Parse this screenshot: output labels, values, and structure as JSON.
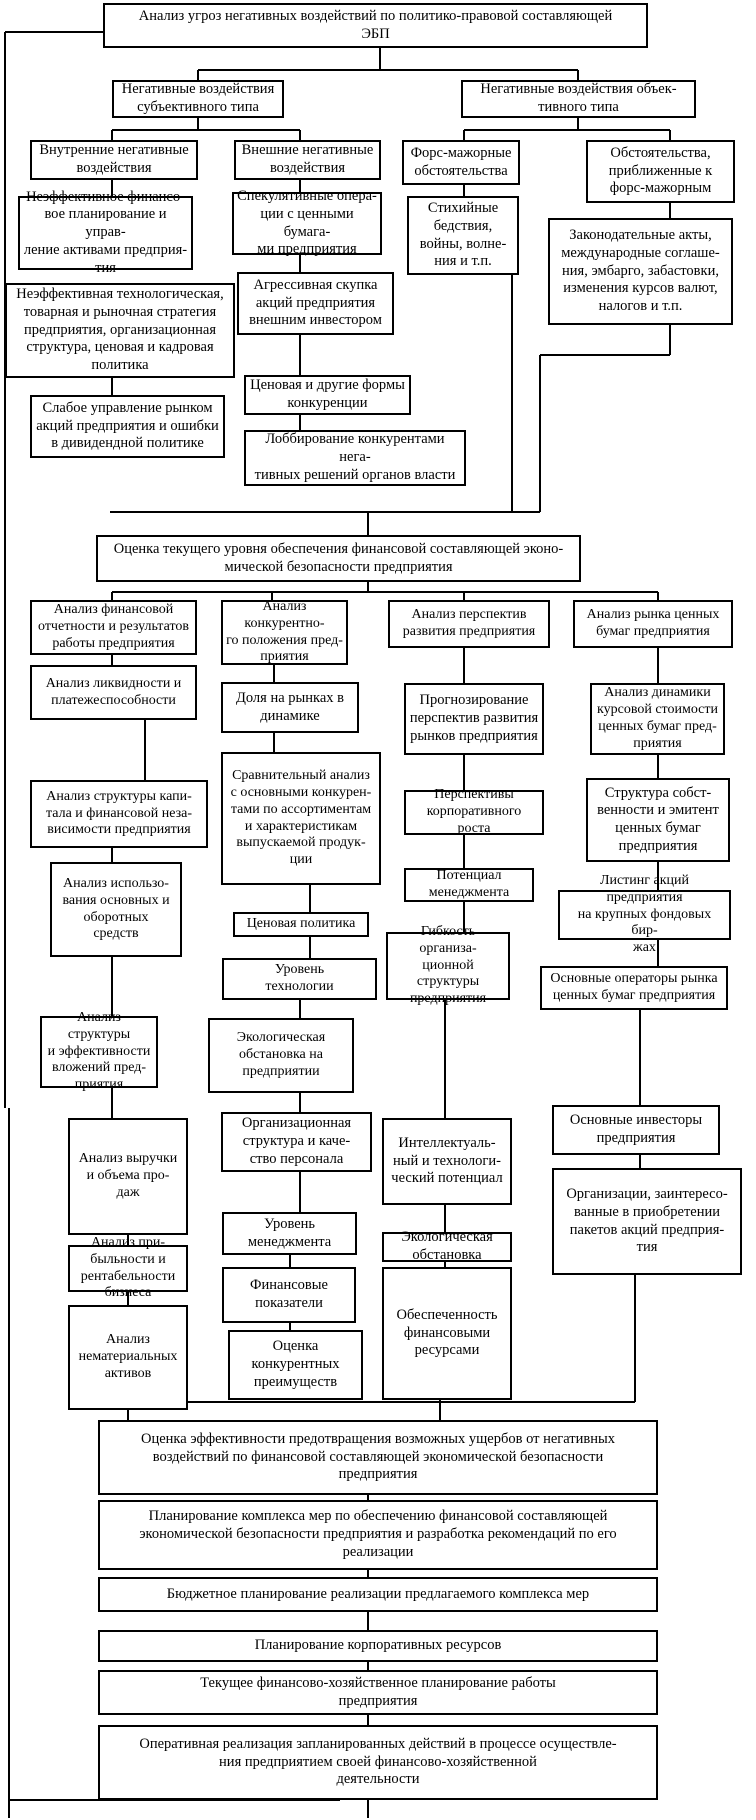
{
  "diagram": {
    "b01": "Анализ угроз негативных воздействий по политико-правовой составляющей\nЭБП",
    "b02": "Негативные воздействия\nсубъективного типа",
    "b03": "Негативные воздействия объек-\nтивного типа",
    "b04": "Внутренние негативные\nвоздействия",
    "b05": "Внешние негативные\nвоздействия",
    "b06": "Форс-мажорные\nобстоятельства",
    "b07": "Обстоятельства,\nприближенные к\nфорс-мажорным",
    "b08": "Неэффективное финансо-\nвое планирование и управ-\nление активами предприя-\nтия",
    "b09": "Спекулятивные опера-\nции с ценными бумага-\nми предприятия",
    "b10": "Стихийные\nбедствия,\nвойны, волне-\nния и т.п.",
    "b11": "Законодательные акты,\nмеждународные соглаше-\nния, эмбарго, забастовки,\nизменения курсов валют,\nналогов и т.п.",
    "b12": "Неэффективная технологическая,\nтоварная и рыночная стратегия\nпредприятия, организационная\nструктура, ценовая и кадровая\nполитика",
    "b13": "Агрессивная скупка\nакций предприятия\nвнешним инвестором",
    "b14": "Слабое управление рынком\nакций предприятия и ошибки\nв дивидендной политике",
    "b15": "Ценовая и другие формы\nконкуренции",
    "b16": "Лоббирование конкурентами негa-\nтивных решений органов власти",
    "b17": "Оценка текущего уровня обеспечения финансовой составляющей эконо-\nмической безопасности предприятия",
    "b18": "Анализ финансовой\nотчетности и результатов\nработы предприятия",
    "b19": "Анализ конкурентно-\nго положения пред-\nприятия",
    "b20": "Анализ перспектив\nразвития предприятия",
    "b21": "Анализ рынка ценных\nбумаг предприятия",
    "b22": "Анализ ликвидности и\nплатежеспособности",
    "b23": "Доля на рынках в\nдинамике",
    "b24": "Прогнозирование\nперспектив развития\nрынков предприятия",
    "b25": "Анализ динамики\nкурсовой стоимости\nценных бумаг пред-\nприятия",
    "b26": "Сравнительный анализ\nс основными конкурен-\nтами по ассортиментам\nи характеристикам\nвыпускаемой продук-\nции",
    "b27": "Анализ структуры капи-\nтала и финансовой неза-\nвисимости предприятия",
    "b28": "Перспективы\nкорпоративного роста",
    "b29": "Структура собст-\nвенности и эмитент\nценных бумаг\nпредприятия",
    "b30": "Потенциал\nменеджмента",
    "b31": "Анализ использо-\nвания основных и\nоборотных\nсредств",
    "b32": "Ценовая политика",
    "b33": "Листинг акций предприятия\nна крупных фондовых бир-\nжах",
    "b34": "Гибкость организа-\nционной структуры\nпредприятия",
    "b35": "Уровень\nтехнологии",
    "b36": "Основные операторы рынка\nценных бумаг предприятия",
    "b37": "Анализ структуры\nи эффективности\nвложений пред-\nприятия",
    "b38": "Экологическая\nобстановка на\nпредприятии",
    "b39": "Основные инвесторы\nпредприятия",
    "b40": "Анализ выручки\nи объема про-\nдаж",
    "b41": "Организационная\nструктура и каче-\nство персонала",
    "b42": "Интеллектуаль-\nный и технологи-\nческий потенциал",
    "b43": "Организации, заинтересо-\nванные в приобретении\nпакетов акций предприя-\nтия",
    "b44": "Анализ при-\nбыльности и\nрентабельности\nбизнеса",
    "b45": "Уровень\nменеджмента",
    "b46": "Экологическая\nобстановка",
    "b47": "Финансовые\nпоказатели",
    "b48": "Обеспеченность\nфинансовыми\nресурсами",
    "b49": "Анализ\nнематериальных\nактивов",
    "b50": "Оценка\nконкурентных\nпреимуществ",
    "b51": "Оценка эффективности предотвращения возможных ущербов от негативных\nвоздействий по финансовой составляющей экономической безопасности\nпредприятия",
    "b52": "Планирование комплекса мер по обеспечению финансовой составляющей\nэкономической безопасности предприятия и разработка рекомендаций по его\nреализации",
    "b53": "Бюджетное планирование реализации предлагаемого комплекса мер",
    "b54": "Планирование корпоративных ресурсов",
    "b55": "Текущее финансово-хозяйственное планирование работы\nпредприятия",
    "b56": "Оперативная реализация запланированных действий в процессе осуществле-\nния предприятием своей финансово-хозяйственной\nдеятельности"
  }
}
